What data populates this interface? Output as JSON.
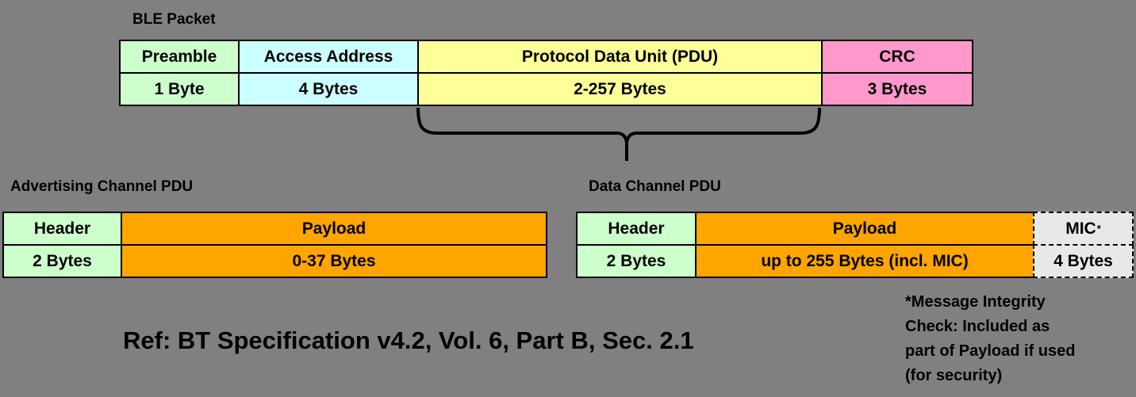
{
  "background_color": "#808080",
  "ble_packet": {
    "title": "BLE Packet",
    "fields": [
      {
        "name": "Preamble",
        "size": "1 Byte",
        "color": "#ccffcc"
      },
      {
        "name": "Access Address",
        "size": "4 Bytes",
        "color": "#ccffff"
      },
      {
        "name": "Protocol Data Unit (PDU)",
        "size": "2-257 Bytes",
        "color": "#ffff99"
      },
      {
        "name": "CRC",
        "size": "3 Bytes",
        "color": "#ff99cc"
      }
    ]
  },
  "advertising_pdu": {
    "title": "Advertising Channel PDU",
    "fields": [
      {
        "name": "Header",
        "size": "2 Bytes",
        "color": "#ccffcc"
      },
      {
        "name": "Payload",
        "size": "0-37 Bytes",
        "color": "#ffa500"
      }
    ]
  },
  "data_pdu": {
    "title": "Data Channel PDU",
    "fields": [
      {
        "name": "Header",
        "size": "2 Bytes",
        "color": "#ccffcc"
      },
      {
        "name": "Payload",
        "size": "up to 255 Bytes (incl. MIC)",
        "color": "#ffa500"
      },
      {
        "name": "MIC",
        "superscript": "*",
        "size": "4 Bytes",
        "color": "#e8e8e8",
        "border": "dashed"
      }
    ]
  },
  "reference": "Ref: BT Specification v4.2, Vol. 6, Part B, Sec. 2.1",
  "footnote": {
    "lines": [
      "*Message Integrity",
      "Check: Included as",
      "part of Payload if used",
      "(for security)"
    ]
  }
}
